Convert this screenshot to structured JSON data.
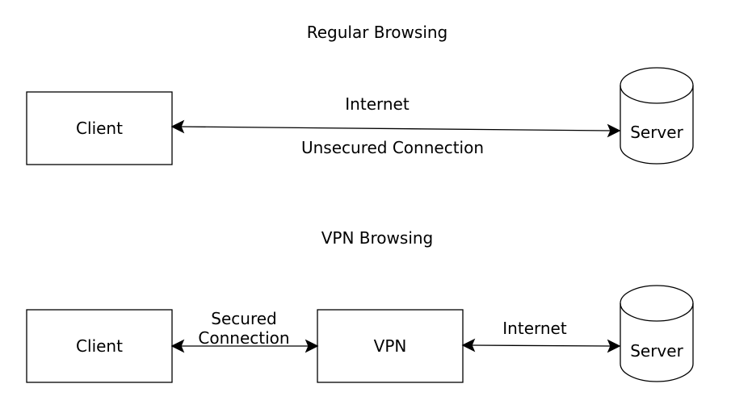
{
  "regular": {
    "title": "Regular Browsing",
    "client_label": "Client",
    "server_label": "Server",
    "link_top_label": "Internet",
    "link_bottom_label": "Unsecured Connection"
  },
  "vpn": {
    "title": "VPN Browsing",
    "client_label": "Client",
    "vpn_label": "VPN",
    "server_label": "Server",
    "secured_label_line1": "Secured",
    "secured_label_line2": "Connection",
    "internet_label": "Internet"
  },
  "colors": {
    "stroke": "#000000",
    "fill": "#ffffff",
    "background": "#ffffff"
  }
}
